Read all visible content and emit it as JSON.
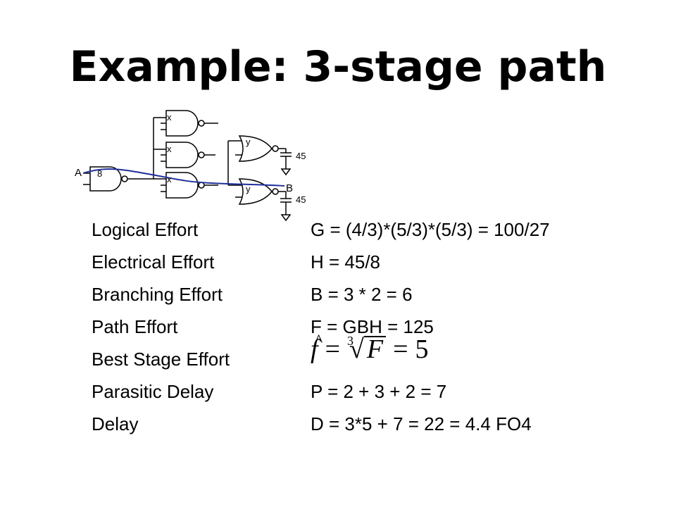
{
  "title": "Example: 3-stage path",
  "circuit": {
    "input_label": "A",
    "input_size": "8",
    "stage2_gate_label": "x",
    "stage3_gate_label": "y",
    "output_label": "B",
    "load": "45",
    "colors": {
      "path": "#1f2f9a",
      "wire": "#000000"
    }
  },
  "rows": [
    {
      "label": "Logical Effort",
      "value": "G = (4/3)*(5/3)*(5/3) = 100/27"
    },
    {
      "label": "Electrical Effort",
      "value": "H = 45/8"
    },
    {
      "label": "Branching Effort",
      "value": "B = 3 * 2 = 6"
    },
    {
      "label": "Path Effort",
      "value": "F = GBH = 125"
    },
    {
      "label": "Best Stage Effort",
      "value": ""
    },
    {
      "label": "Parasitic Delay",
      "value": "P = 2 + 3 + 2 = 7"
    },
    {
      "label": "Delay",
      "value": "D = 3*5 + 7 = 22 = 4.4 FO4"
    }
  ],
  "best_stage_formula": {
    "lhs": "f",
    "hat": "^",
    "equals": "=",
    "root_index": "3",
    "radicand": "F",
    "result": "5"
  }
}
